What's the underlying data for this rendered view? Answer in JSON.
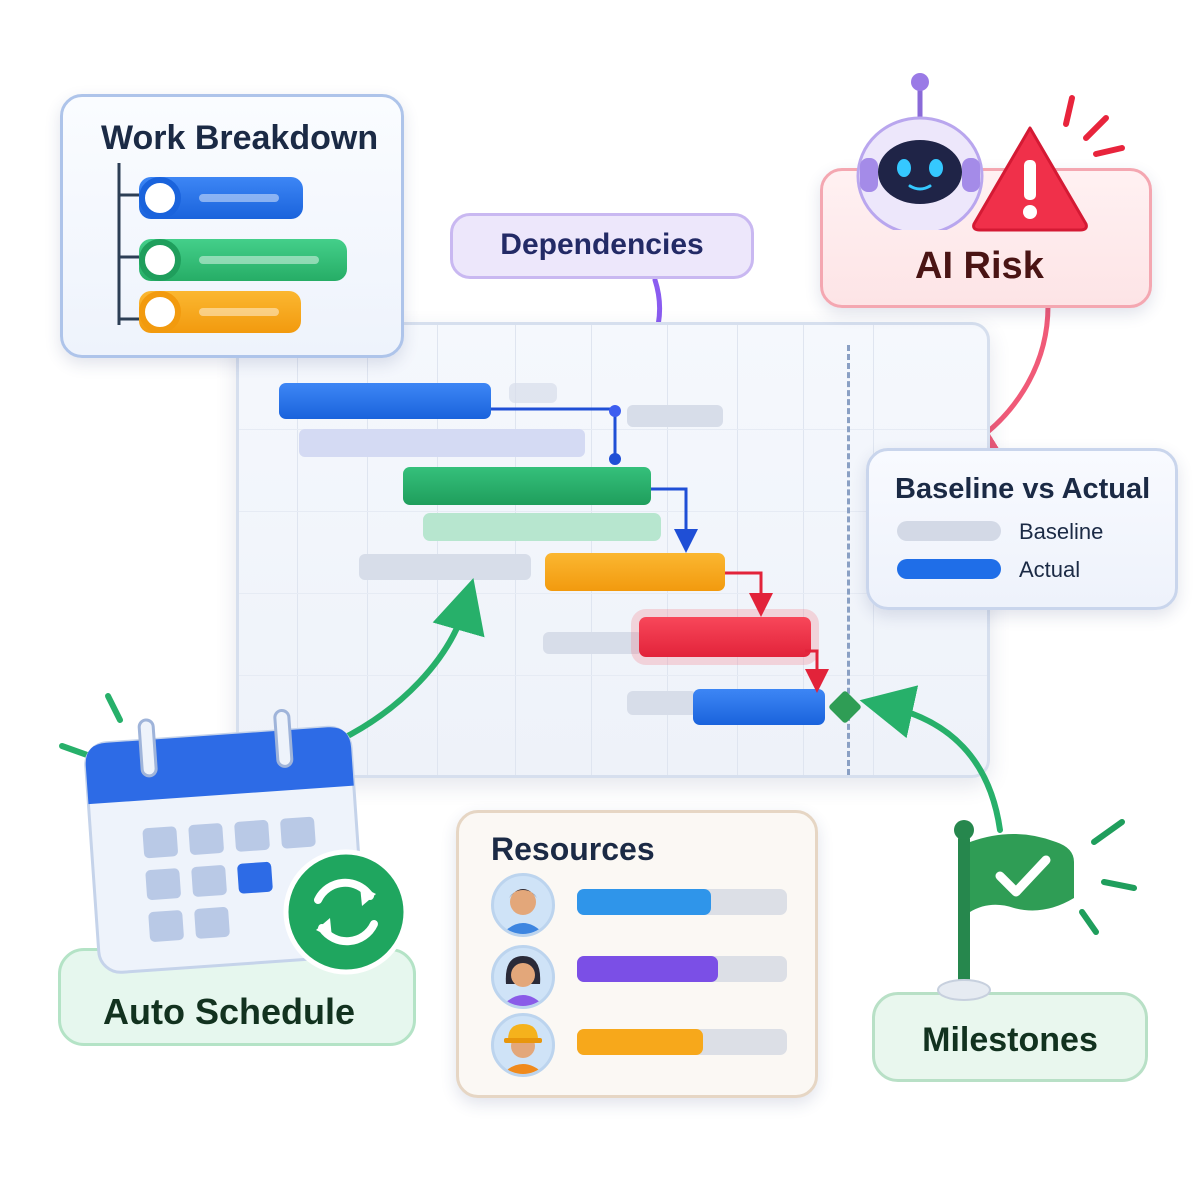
{
  "work_breakdown": {
    "title": "Work Breakdown"
  },
  "dependencies": {
    "label": "Dependencies"
  },
  "ai_risk": {
    "label": "AI Risk"
  },
  "baseline_card": {
    "title": "Baseline vs Actual",
    "legend": [
      {
        "label": "Baseline",
        "color": "#d3d9e6"
      },
      {
        "label": "Actual",
        "color": "#1f6ee8"
      }
    ]
  },
  "auto_schedule": {
    "label": "Auto Schedule"
  },
  "resources": {
    "title": "Resources",
    "items": [
      {
        "avatar": "man-avatar-icon",
        "color": "#2f95ea",
        "allocation": 0.64
      },
      {
        "avatar": "woman-avatar-icon",
        "color": "#7b4fe6",
        "allocation": 0.67
      },
      {
        "avatar": "worker-hardhat-avatar-icon",
        "color": "#f7a81b",
        "allocation": 0.6
      }
    ]
  },
  "milestones": {
    "label": "Milestones"
  },
  "colors": {
    "blue": "#1f6ee8",
    "green": "#27b06a",
    "orange": "#f6a41a",
    "red": "#ef2f45",
    "purple": "#7d4ae6",
    "milestone_green": "#2f9d55"
  }
}
